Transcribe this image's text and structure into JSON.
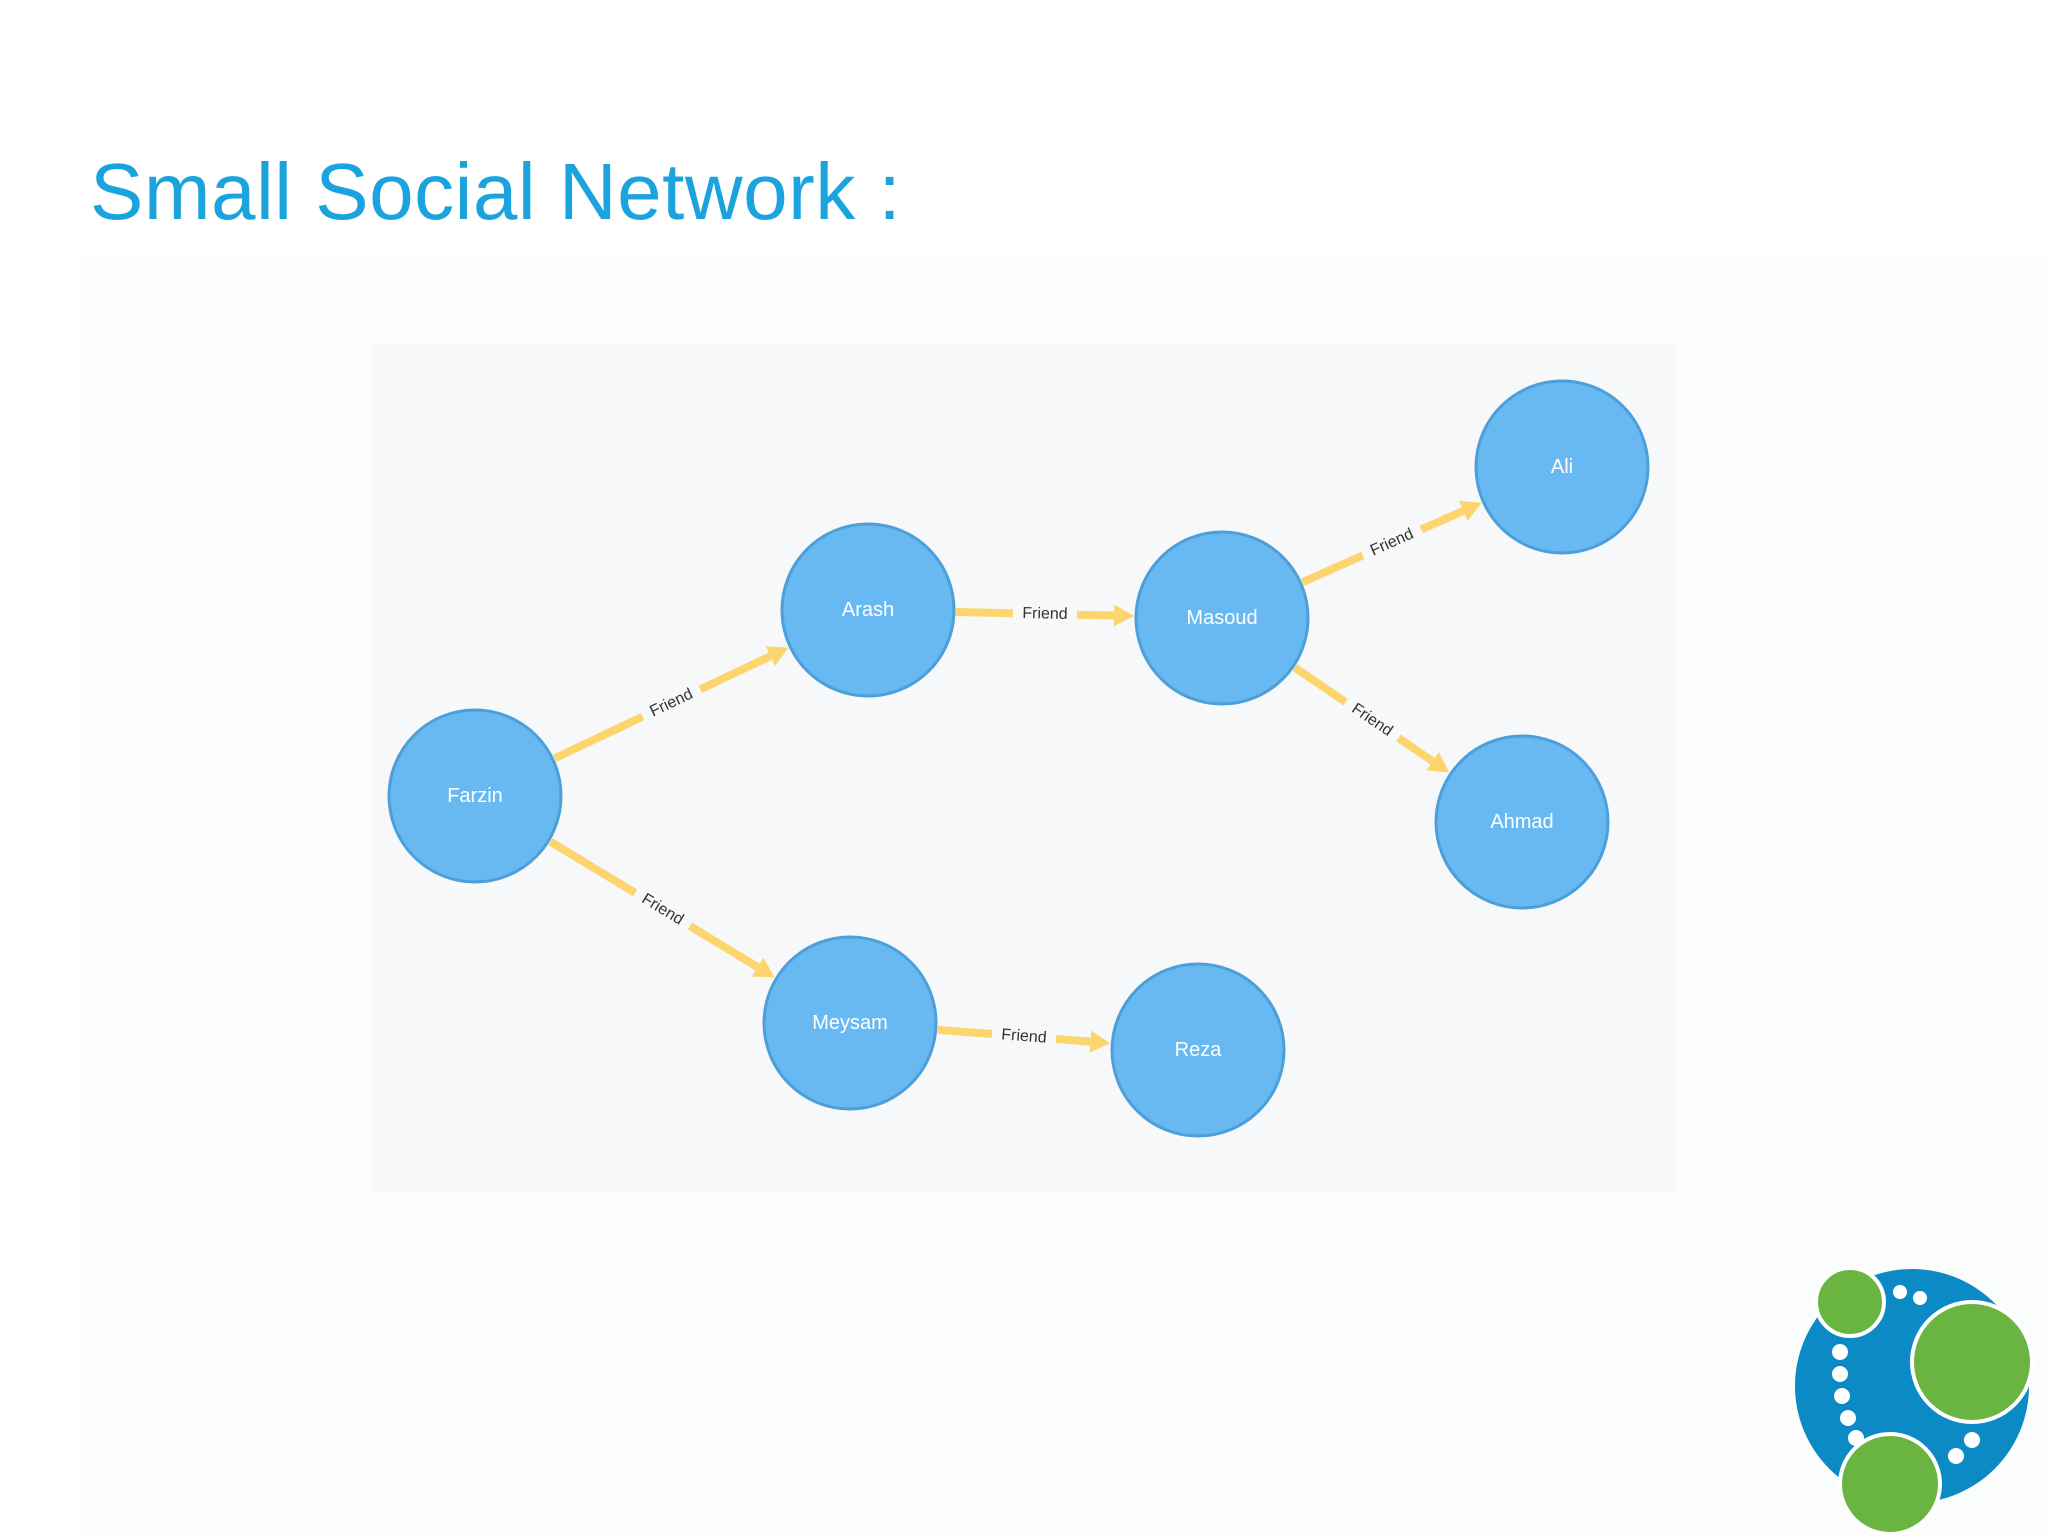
{
  "slide": {
    "title": "Small Social Network :"
  },
  "graph": {
    "node_color": "#68b9f2",
    "node_stroke": "#4c9fd8",
    "edge_color": "#fdd56f",
    "nodes": [
      {
        "id": "farzin",
        "label": "Farzin"
      },
      {
        "id": "arash",
        "label": "Arash"
      },
      {
        "id": "masoud",
        "label": "Masoud"
      },
      {
        "id": "ali",
        "label": "Ali"
      },
      {
        "id": "ahmad",
        "label": "Ahmad"
      },
      {
        "id": "meysam",
        "label": "Meysam"
      },
      {
        "id": "reza",
        "label": "Reza"
      }
    ],
    "edges": [
      {
        "from": "farzin",
        "to": "arash",
        "label": "Friend"
      },
      {
        "from": "farzin",
        "to": "meysam",
        "label": "Friend"
      },
      {
        "from": "arash",
        "to": "masoud",
        "label": "Friend"
      },
      {
        "from": "masoud",
        "to": "ali",
        "label": "Friend"
      },
      {
        "from": "masoud",
        "to": "ahmad",
        "label": "Friend"
      },
      {
        "from": "meysam",
        "to": "reza",
        "label": "Friend"
      }
    ]
  },
  "logo": {
    "icon": "neo4j-logo-icon",
    "ring_color": "#0b8ac6",
    "bubble_color": "#6ab442"
  }
}
